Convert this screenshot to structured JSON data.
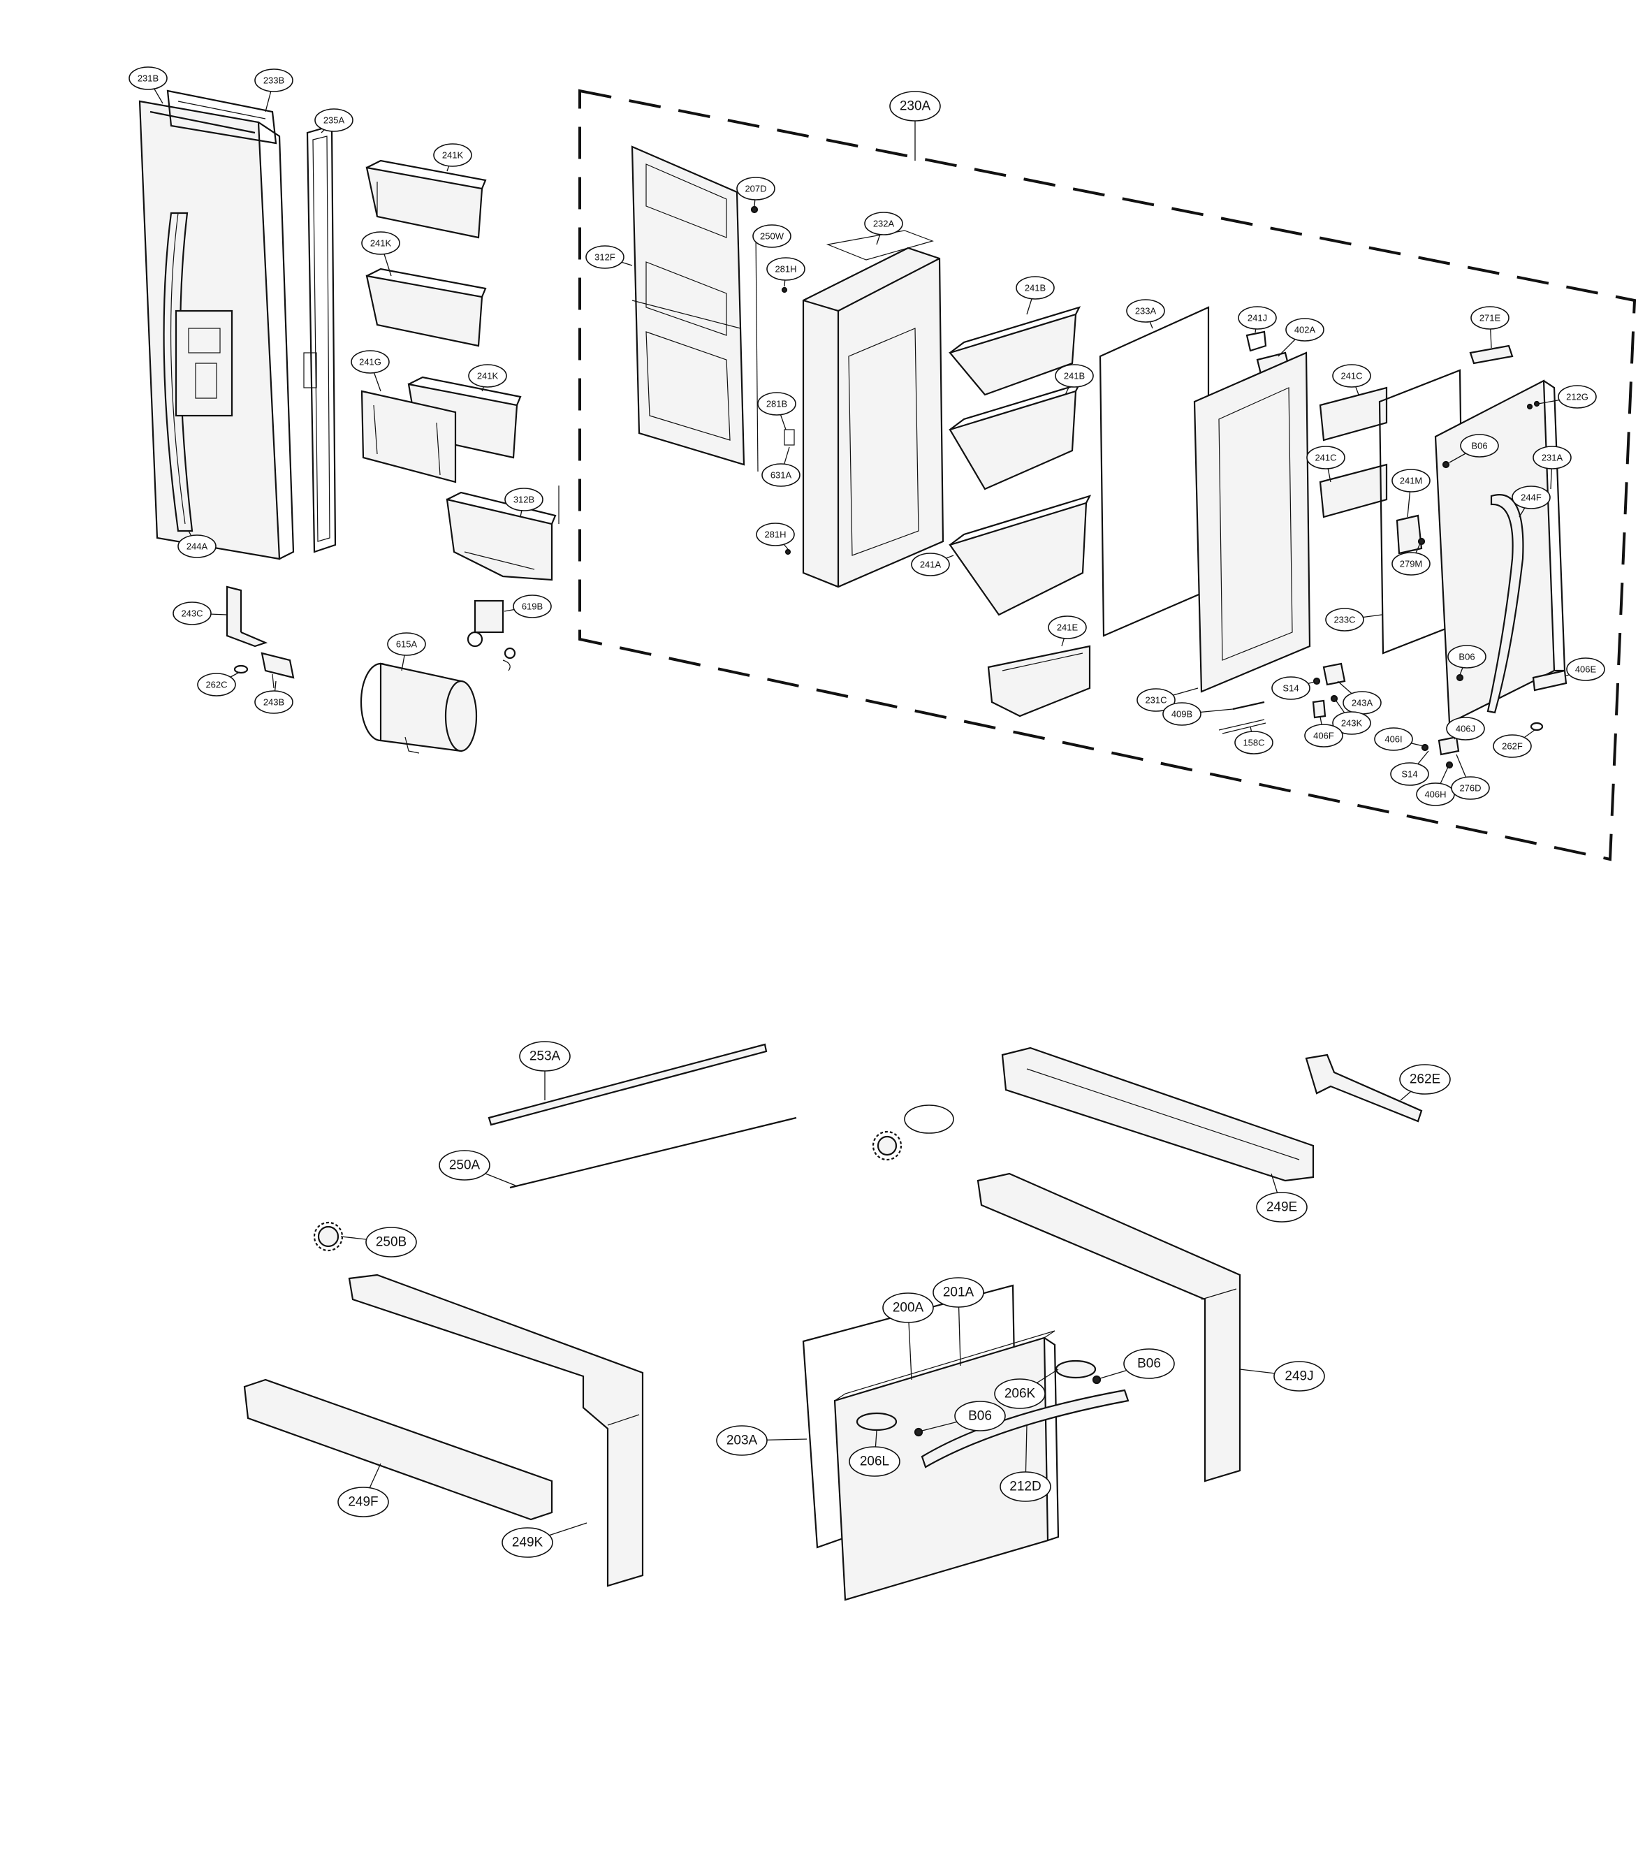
{
  "colors": {
    "line": "#111111",
    "background": "#ffffff"
  },
  "labels": {
    "231B": "231B",
    "233B": "233B",
    "235A": "235A",
    "241K": "241K",
    "241G": "241G",
    "312B": "312B",
    "244A": "244A",
    "243C": "243C",
    "262C": "262C",
    "243B": "243B",
    "619B": "619B",
    "615A": "615A",
    "230A": "230A",
    "312F": "312F",
    "207D": "207D",
    "250W": "250W",
    "281H": "281H",
    "281B": "281B",
    "631A": "631A",
    "232A": "232A",
    "241B": "241B",
    "241A": "241A",
    "241E": "241E",
    "233A": "233A",
    "241J": "241J",
    "402A": "402A",
    "231C": "231C",
    "409B": "409B",
    "158C": "158C",
    "S14": "S14",
    "243A": "243A",
    "243K": "243K",
    "406F": "406F",
    "241C": "241C",
    "241M": "241M",
    "279M": "279M",
    "233C": "233C",
    "271E": "271E",
    "212G": "212G",
    "B06": "B06",
    "231A": "231A",
    "244F": "244F",
    "406E": "406E",
    "406J": "406J",
    "406I": "406I",
    "406H": "406H",
    "276D": "276D",
    "262F": "262F",
    "253A": "253A",
    "250A": "250A",
    "250B": "250B",
    "249F": "249F",
    "249K": "249K",
    "249E": "249E",
    "262E": "262E",
    "249J": "249J",
    "200A": "200A",
    "201A": "201A",
    "203A": "203A",
    "206K": "206K",
    "206L": "206L",
    "212D": "212D"
  }
}
